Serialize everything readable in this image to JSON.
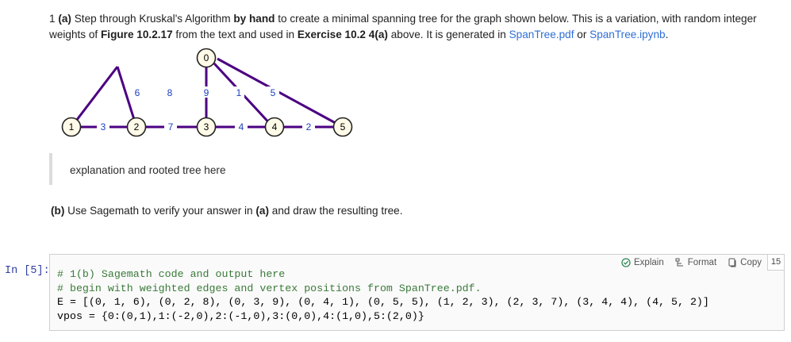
{
  "question": {
    "p1": "1 ",
    "p2": "(a)",
    "p3": " Step through Kruskal's Algorithm ",
    "p4": "by hand",
    "p5": " to create a minimal spanning tree for the graph shown below. This is a variation, with random integer weights of ",
    "p6": "Figure 10.2.17",
    "p7": " from the text and used in ",
    "p8": "Exercise 10.2 4(a)",
    "p9": " above. It is generated in ",
    "link1": "SpanTree.pdf",
    "p10": " or ",
    "link2": "SpanTree.ipynb",
    "p11": "."
  },
  "graph": {
    "vertices": [
      "0",
      "1",
      "2",
      "3",
      "4",
      "5"
    ],
    "weights": [
      "6",
      "8",
      "9",
      "1",
      "5",
      "3",
      "7",
      "4",
      "2"
    ],
    "edge_color": "#4b0082"
  },
  "answer_placeholder": "explanation and rooted tree here",
  "part_b": {
    "p1": "(b)",
    "p2": " Use Sagemath to verify your answer in ",
    "p3": "(a)",
    "p4": " and draw the resulting tree."
  },
  "cell": {
    "prompt": "In [5]:",
    "line1": "# 1(b) Sagemath code and output here",
    "line2": "# begin with weighted edges and vertex positions from SpanTree.pdf.",
    "line3": "E = [(0, 1, 6), (0, 2, 8), (0, 3, 9), (0, 4, 1), (0, 5, 5), (1, 2, 3), (2, 3, 7), (3, 4, 4), (4, 5, 2)]",
    "line4": "vpos = {0:(0,1),1:(-2,0),2:(-1,0),3:(0,0),4:(1,0),5:(2,0)}",
    "toolbar": {
      "explain": "Explain",
      "format": "Format",
      "copy": "Copy"
    },
    "count": "15"
  }
}
